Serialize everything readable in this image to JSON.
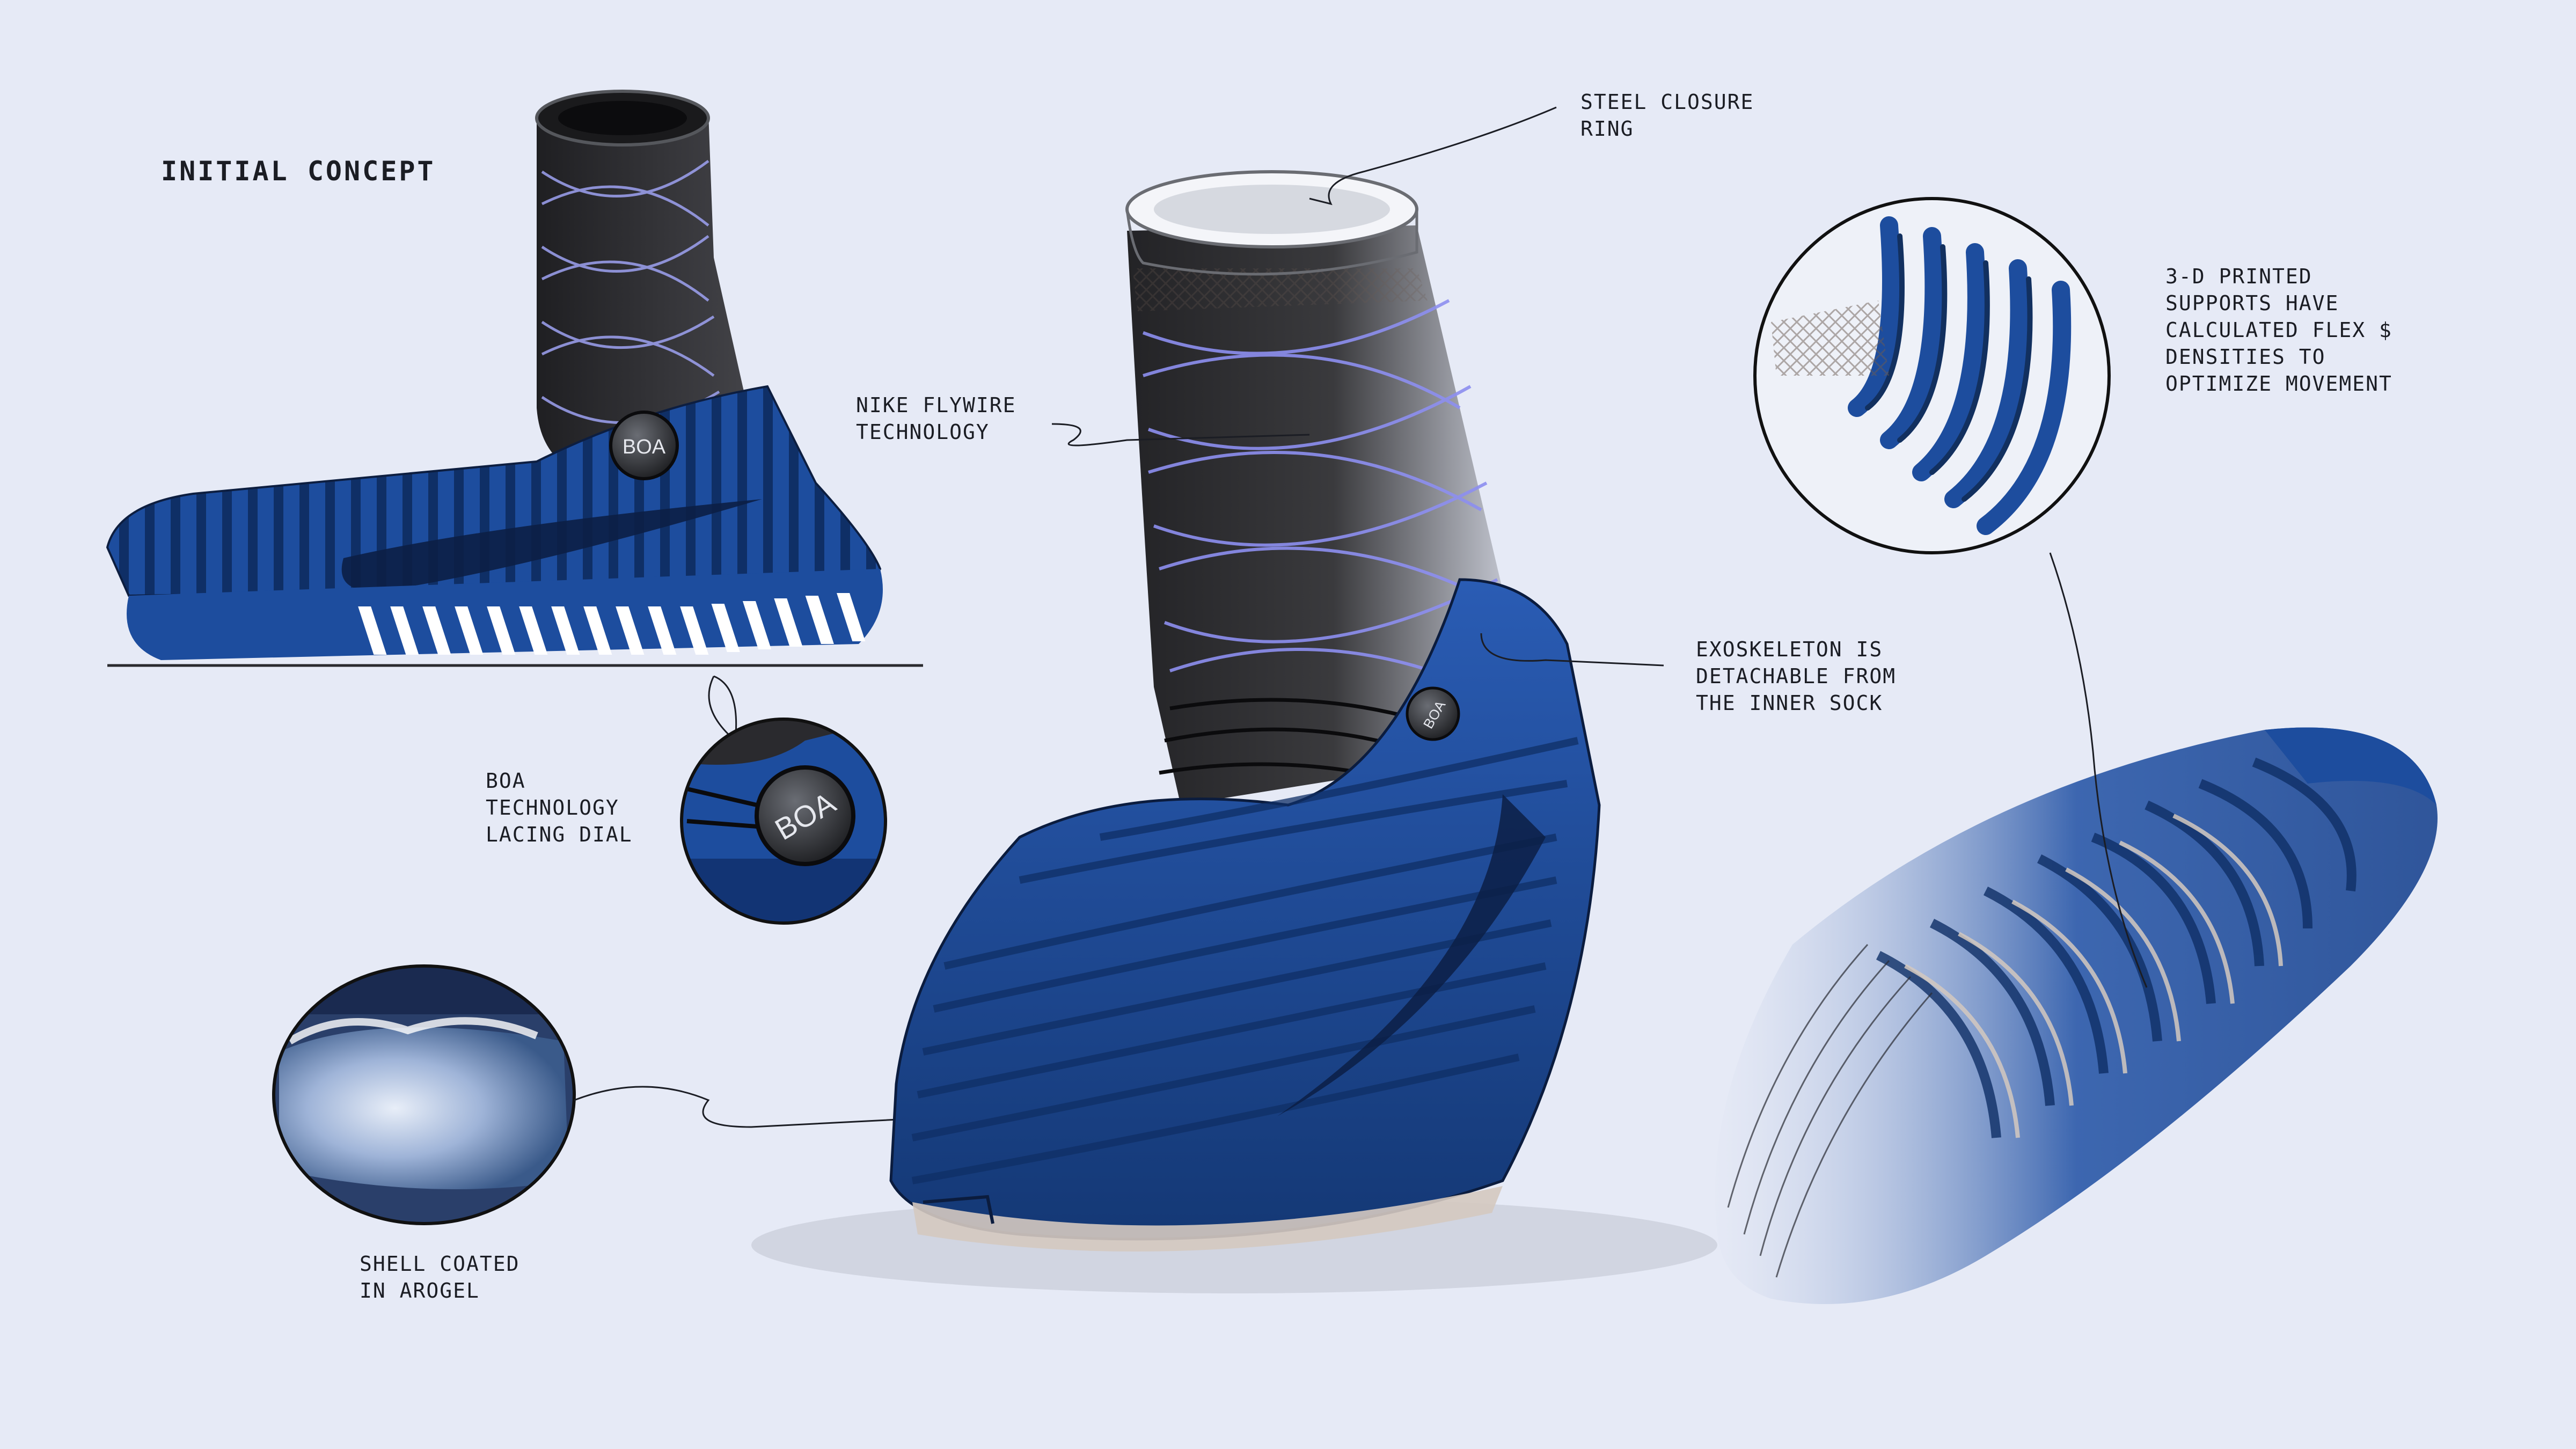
{
  "title": "INITIAL CONCEPT",
  "dial_text": "BOA",
  "callouts": {
    "closure_ring": [
      "STEEL CLOSURE",
      "RING"
    ],
    "flywire": [
      "NIKE FLYWIRE",
      "TECHNOLOGY"
    ],
    "printed_supports": [
      "3-D PRINTED",
      "SUPPORTS HAVE",
      "CALCULATED FLEX $",
      "DENSITIES TO",
      "OPTIMIZE MOVEMENT"
    ],
    "exoskeleton": [
      "EXOSKELETON IS",
      "DETACHABLE FROM",
      "THE INNER SOCK"
    ],
    "boa": [
      "BOA",
      "TECHNOLOGY",
      "LACING DIAL"
    ],
    "shell": [
      "SHELL COATED",
      "IN AROGEL"
    ]
  },
  "colors": {
    "background": "#e6eaf6",
    "shoe_blue": "#1d4d9e",
    "shoe_dark": "#12305f",
    "sock_dark": "#2b2b2e",
    "flywire": "#8d8ff0",
    "ink": "#1b1d24"
  }
}
